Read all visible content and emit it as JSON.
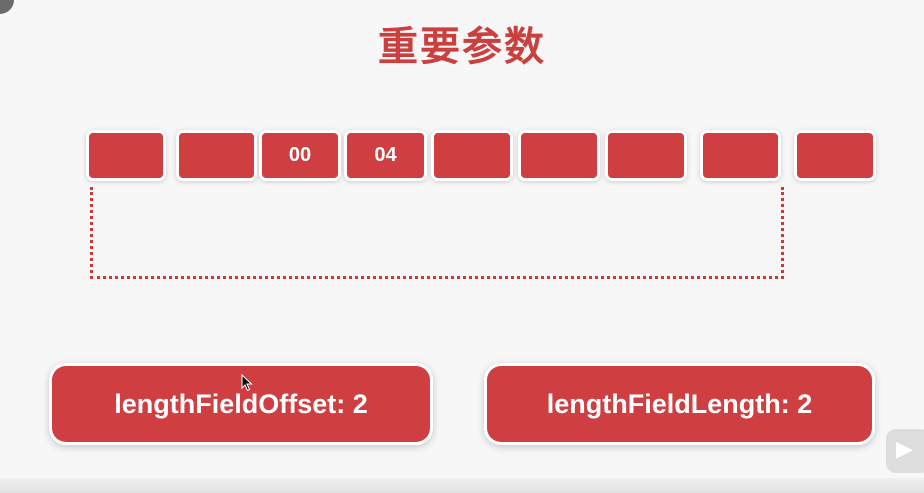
{
  "slide": {
    "title": "重要参数"
  },
  "byte_cells": [
    "",
    "",
    "00",
    "04",
    "",
    "",
    "",
    "",
    ""
  ],
  "params": {
    "offset_label": "lengthFieldOffset: 2",
    "length_label": "lengthFieldLength: 2"
  },
  "colors": {
    "accent": "#cf3e40",
    "title": "#c9403f",
    "background": "#f7f7f7"
  },
  "icons": {
    "cursor": "mouse-pointer-icon",
    "watermark": "video-watermark-icon"
  }
}
